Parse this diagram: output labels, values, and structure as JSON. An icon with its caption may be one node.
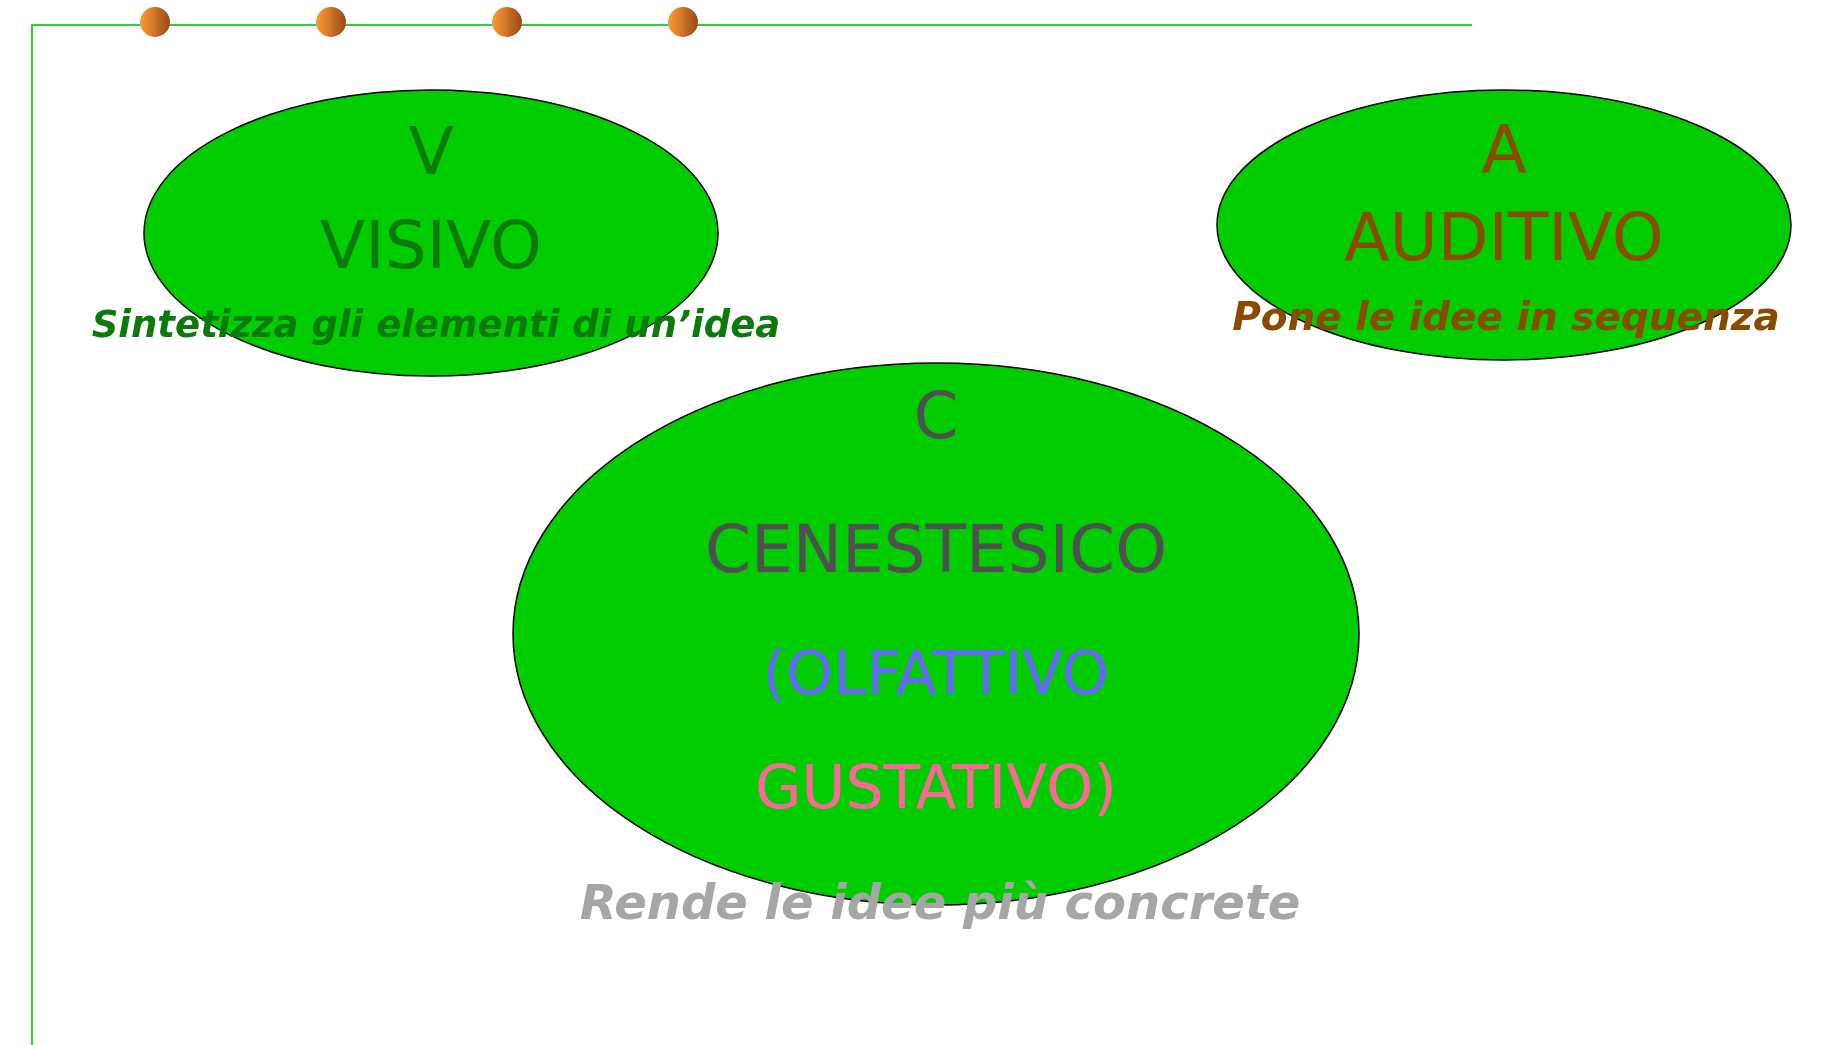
{
  "diagram": {
    "nodes": [
      {
        "text": [
          "V",
          "VISIVO",
          "Sintetizza gli elementi di un’idea"
        ]
      },
      {
        "text": [
          "A",
          "AUDITIVO",
          "Pone le idee in sequenza"
        ]
      },
      {
        "text": [
          "C",
          "CENESTESICO",
          "(OLFATTIVO",
          "GUSTATIVO)",
          "Rende le idee più concrete"
        ]
      }
    ]
  }
}
